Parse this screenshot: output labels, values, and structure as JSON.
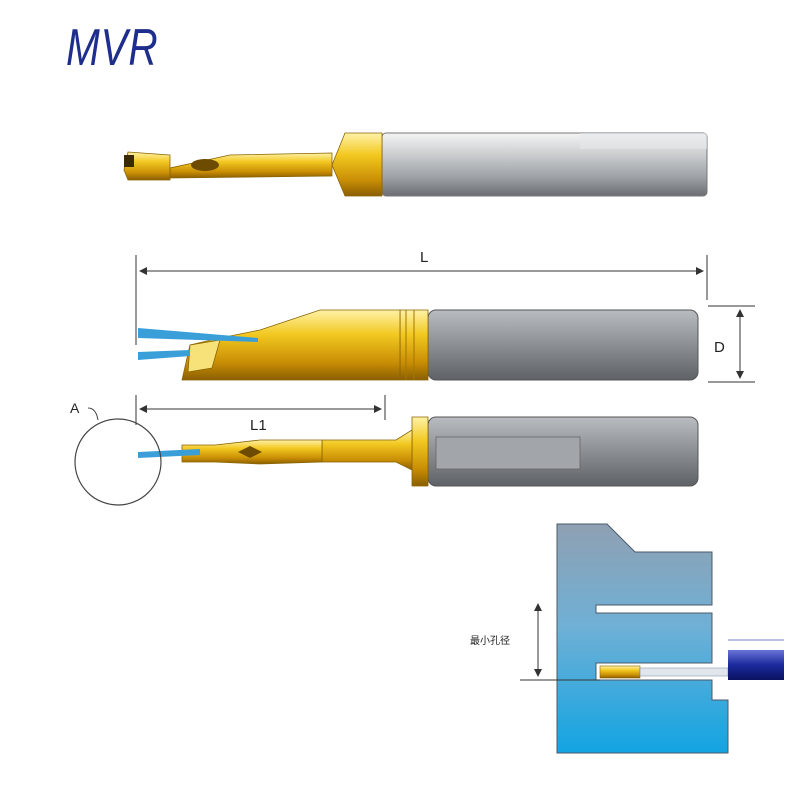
{
  "title": "MVR",
  "dimensions": {
    "overall_length": "L",
    "shank_diameter": "D",
    "cutting_length": "L1",
    "detail_marker": "A"
  },
  "application": {
    "min_bore_label": "最小孔径"
  },
  "colors": {
    "title": "#1e2e8c",
    "coating_gold": "#e8b60a",
    "shank_gray": "#8a8f96",
    "coolant_blue": "#3a9fd8",
    "workpiece_top": "#8aa0b4",
    "workpiece_bottom": "#1ea8e0"
  }
}
